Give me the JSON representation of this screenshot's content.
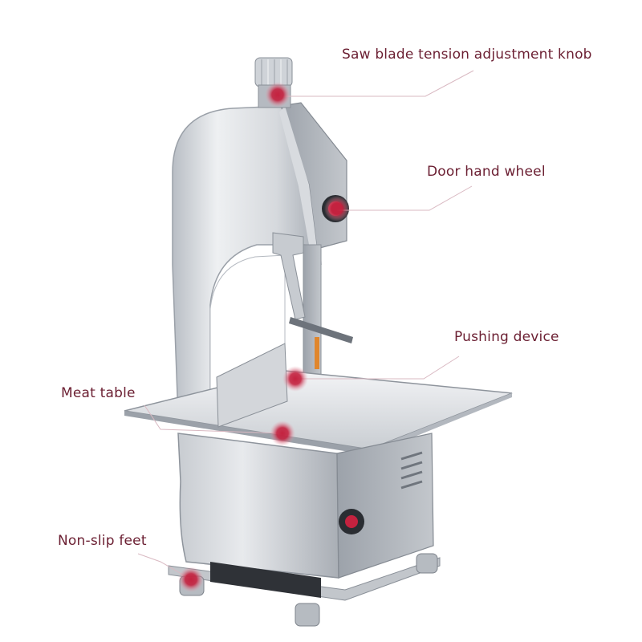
{
  "labels": {
    "tension_knob": "Saw blade tension adjustment knob",
    "door_wheel": "Door hand wheel",
    "pushing_device": "Pushing device",
    "meat_table": "Meat table",
    "non_slip_feet": "Non-slip feet"
  },
  "colors": {
    "label_text": "#6b1f32",
    "marker": "#c4223f",
    "leader_line": "#d9b9c2",
    "steel_light": "#e9ebee",
    "steel_mid": "#c5c9cf",
    "steel_dark": "#8f959d"
  }
}
